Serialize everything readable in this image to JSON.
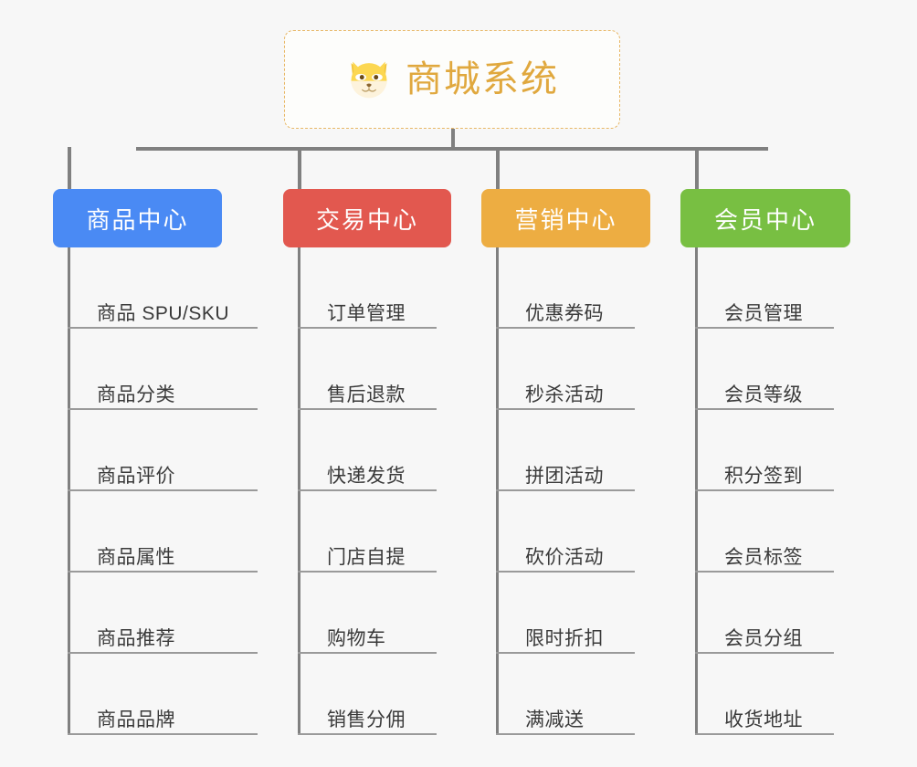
{
  "root": {
    "title": "商城系统",
    "icon": "shiba-dog-emoji",
    "text_color": "#e0a83e",
    "border_color": "#e8b765",
    "background": "#fdfdfb"
  },
  "canvas": {
    "background": "#f7f7f7",
    "connector_color": "#808080",
    "rule_color": "#9a9a9a",
    "leaf_text_color": "#3a3a3a"
  },
  "branches": [
    {
      "label": "商品中心",
      "color": "#4a8af4",
      "items": [
        "商品 SPU/SKU",
        "商品分类",
        "商品评价",
        "商品属性",
        "商品推荐",
        "商品品牌"
      ]
    },
    {
      "label": "交易中心",
      "color": "#e2584f",
      "items": [
        "订单管理",
        "售后退款",
        "快递发货",
        "门店自提",
        "购物车",
        "销售分佣"
      ]
    },
    {
      "label": "营销中心",
      "color": "#edad42",
      "items": [
        "优惠券码",
        "秒杀活动",
        "拼团活动",
        "砍价活动",
        "限时折扣",
        "满减送"
      ]
    },
    {
      "label": "会员中心",
      "color": "#78bf42",
      "items": [
        "会员管理",
        "会员等级",
        "积分签到",
        "会员标签",
        "会员分组",
        "收货地址"
      ]
    }
  ]
}
